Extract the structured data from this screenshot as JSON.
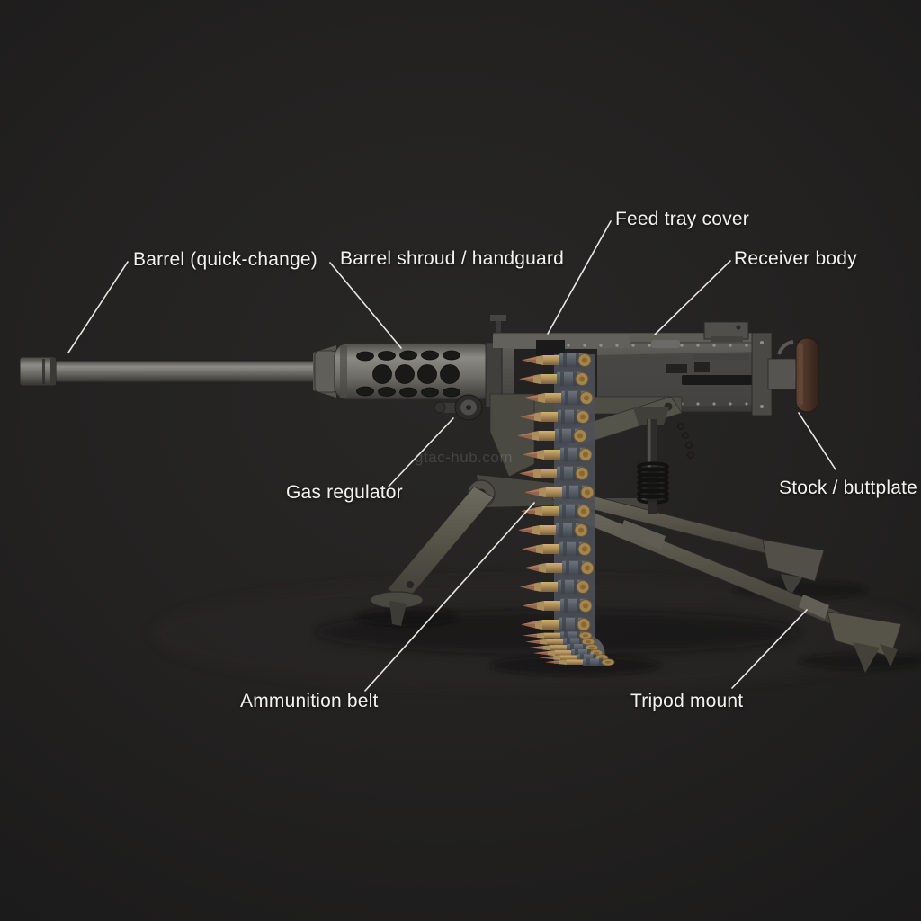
{
  "scene": {
    "description": "Labeled side-view diagram of a belt-fed heavy machine gun mounted on a tripod",
    "background_base": "#201f1f",
    "label_color": "#f3f2f1",
    "leader_line_color": "#f2f1f0",
    "gunmetal_color": "#6e6d67",
    "brass_color": "#caa76b",
    "buttplate_color": "#53392d",
    "tripod_color": "#55534b"
  },
  "watermark": {
    "text": "gtac-hub.com"
  },
  "labels": [
    {
      "id": "barrel",
      "text": "Barrel (quick-change)"
    },
    {
      "id": "barrel-shroud",
      "text": "Barrel shroud / handguard"
    },
    {
      "id": "feed-tray-cover",
      "text": "Feed tray cover"
    },
    {
      "id": "receiver-body",
      "text": "Receiver body"
    },
    {
      "id": "gas-regulator",
      "text": "Gas regulator"
    },
    {
      "id": "stock-buttplate",
      "text": "Stock / buttplate"
    },
    {
      "id": "ammunition-belt",
      "text": "Ammunition belt"
    },
    {
      "id": "tripod-mount",
      "text": "Tripod mount"
    }
  ]
}
